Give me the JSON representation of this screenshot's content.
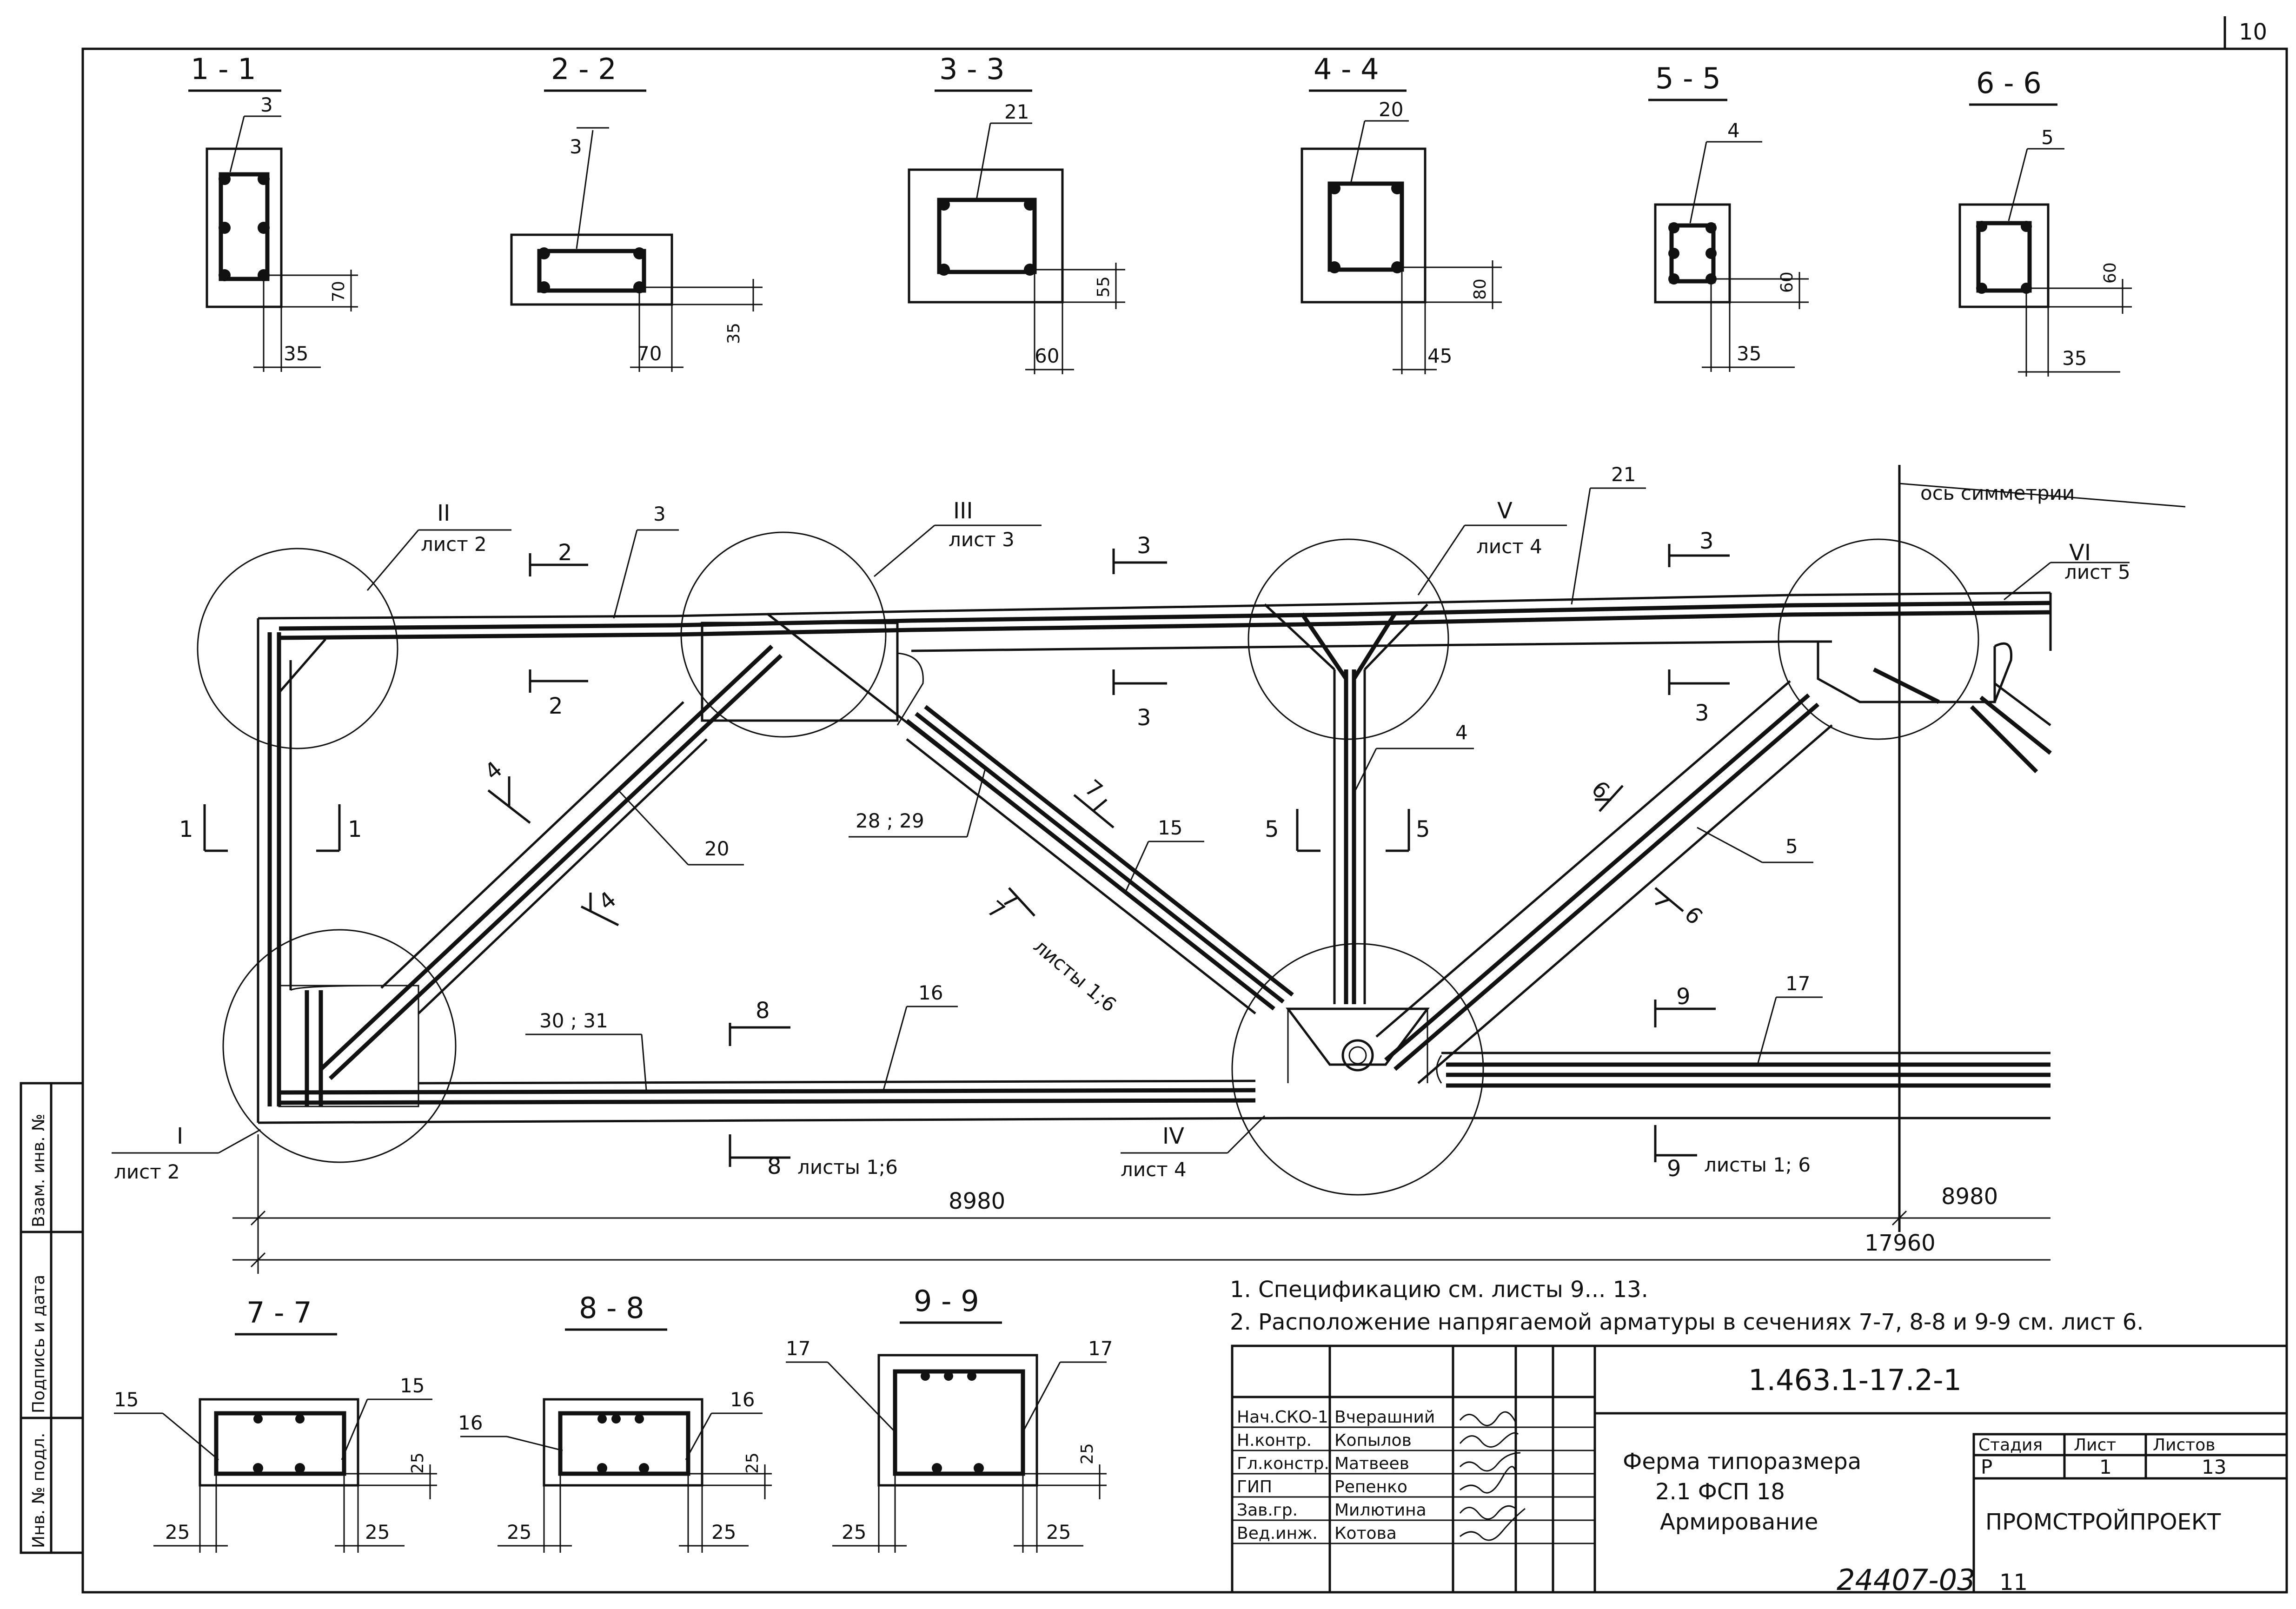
{
  "sheet_corner": "10",
  "sections_top": [
    {
      "title": "1 - 1",
      "mark": "3",
      "dim_v": "70",
      "dim_h": "35"
    },
    {
      "title": "2 - 2",
      "mark": "3",
      "dim_v": "35",
      "dim_h": "70"
    },
    {
      "title": "3 - 3",
      "mark": "21",
      "dim_v": "55",
      "dim_h": "60"
    },
    {
      "title": "4 - 4",
      "mark": "20",
      "dim_v": "80",
      "dim_h": "45"
    },
    {
      "title": "5 - 5",
      "mark": "4",
      "dim_v": "60",
      "dim_h": "35"
    },
    {
      "title": "6 - 6",
      "mark": "5",
      "dim_v": "60",
      "dim_h": "35"
    }
  ],
  "truss": {
    "axis_label": "ось симметрии",
    "node_I": {
      "num": "I",
      "sheet": "лист 2"
    },
    "node_II": {
      "num": "II",
      "sheet": "лист 2"
    },
    "node_III": {
      "num": "III",
      "sheet": "лист 3"
    },
    "node_IV": {
      "num": "IV",
      "sheet": "лист 4"
    },
    "node_V": {
      "num": "V",
      "sheet": "лист 4"
    },
    "node_VI": {
      "num": "VI",
      "sheet": "лист 5"
    },
    "marks": {
      "m21": "21",
      "m3": "3",
      "m4": "4",
      "m20": "20",
      "m2829": "28 ; 29",
      "m15": "15",
      "m5": "5",
      "m16": "16",
      "m3031": "30 ; 31",
      "m17": "17"
    },
    "cuts": {
      "c1": "1",
      "c2": "2",
      "c3": "3",
      "c4": "4",
      "c5": "5",
      "c6": "6",
      "c7": "7",
      "c8": "8",
      "c9": "9",
      "sheets_16": "листы 1;6",
      "sheets_16b": "листы 1; 6"
    },
    "dims": {
      "left": "8980",
      "right": "8980",
      "total": "17960"
    }
  },
  "sections_bottom": [
    {
      "title": "7 - 7",
      "mark_l": "15",
      "mark_r": "15",
      "dim_v": "25",
      "dim_l": "25",
      "dim_r": "25"
    },
    {
      "title": "8 - 8",
      "mark_l": "16",
      "mark_r": "16",
      "dim_v": "25",
      "dim_l": "25",
      "dim_r": "25"
    },
    {
      "title": "9 - 9",
      "mark_l": "17",
      "mark_r": "17",
      "dim_v": "25",
      "dim_l": "25",
      "dim_r": "25"
    }
  ],
  "notes": [
    "1. Спецификацию см. листы 9... 13.",
    "2. Расположение напрягаемой арматуры в сечениях 7-7, 8-8 и 9-9 см. лист 6."
  ],
  "title_block": {
    "code": "1.463.1-17.2-1",
    "title_l1": "Ферма типоразмера",
    "title_l2": "2.1 ФСП 18",
    "title_l3": "Армирование",
    "roles": [
      "Нач.СКО-1",
      "Н.контр.",
      "Гл.констр.",
      "ГИП",
      "Зав.гр.",
      "Вед.инж."
    ],
    "names": [
      "Вчерашний",
      "Копылов",
      "Матвеев",
      "Репенко",
      "Милютина",
      "Котова"
    ],
    "stage_h": "Стадия",
    "sheet_h": "Лист",
    "sheets_h": "Листов",
    "stage": "Р",
    "sheet": "1",
    "sheets": "13",
    "org": "ПРОМСТРОЙПРОЕКТ"
  },
  "side_stamp": [
    "Взам. инв. №",
    "Подпись и дата",
    "Инв. № подл."
  ],
  "doc_number": "24407-03",
  "doc_page": "11"
}
